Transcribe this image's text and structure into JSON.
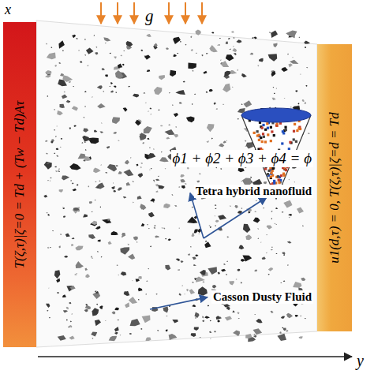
{
  "diagram": {
    "nodes": [
      {
        "text": [
          "T(ζ,τ)|ζ=0 = Td + (Tw − Td)Aτ"
        ]
      },
      {
        "text": [
          "u1(d,τ) = 0, T(ζ,τ)|ζ=d = Td"
        ]
      }
    ],
    "labels": [
      "x",
      "g",
      "ϕ1 + ϕ2 + ϕ3 + ϕ4 = ϕ",
      "Tetra hybrid nanofluid",
      "Casson Dusty Fluid",
      "y"
    ]
  }
}
